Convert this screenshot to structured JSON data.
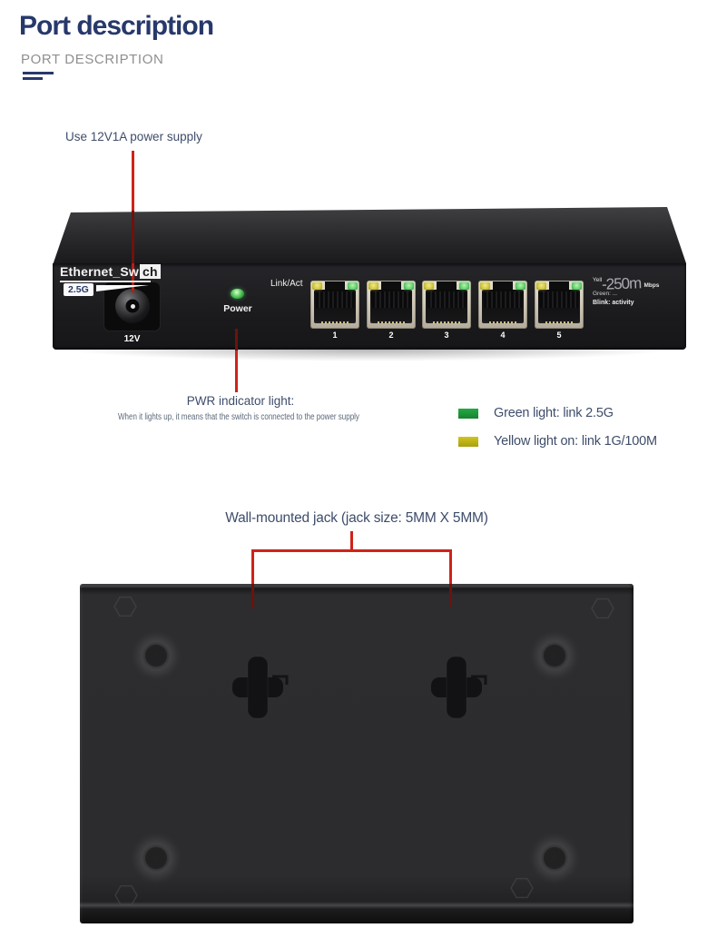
{
  "header": {
    "title": "Port description",
    "subtitle": "PORT DESCRIPTION"
  },
  "front_section": {
    "power_note": "Use 12V1A power supply",
    "pwr_indicator": {
      "title": "PWR indicator light:",
      "description": "When it lights up, it means that the switch is connected to the power supply"
    },
    "legend": [
      {
        "swatch_color": "#1f9c3a",
        "label": "Green light: link 2.5G"
      },
      {
        "swatch_color": "#c2b918",
        "label": "Yellow light on: link 1G/100M"
      }
    ]
  },
  "switch_front": {
    "brand": "Ethernet_Sw",
    "brand_patch": "ch",
    "speed_badge": "2.5G",
    "dc_jack_label": "12V",
    "power_led_label": "Power",
    "link_act_label": "Link/Act",
    "port_numbers": [
      "1",
      "2",
      "3",
      "4",
      "5"
    ],
    "side_note": {
      "line1_prefix": "Yell",
      "line1_big": "-250m",
      "line1_suffix": "Mbps",
      "line2": "Green: ...",
      "line3": "Blink: activity"
    }
  },
  "bottom_section": {
    "wall_jack_note": "Wall-mounted jack (jack size: 5MM X 5MM)"
  },
  "colors": {
    "title_navy": "#27386b",
    "subtitle_gray": "#8f8f8f",
    "annotation_navy": "#3e4d6b",
    "annotation_red": "#cf2318",
    "legend_green": "#1f9c3a",
    "legend_yellow": "#c2b918",
    "led_green": "#63cf6b",
    "led_yellow": "#cfc63e"
  }
}
